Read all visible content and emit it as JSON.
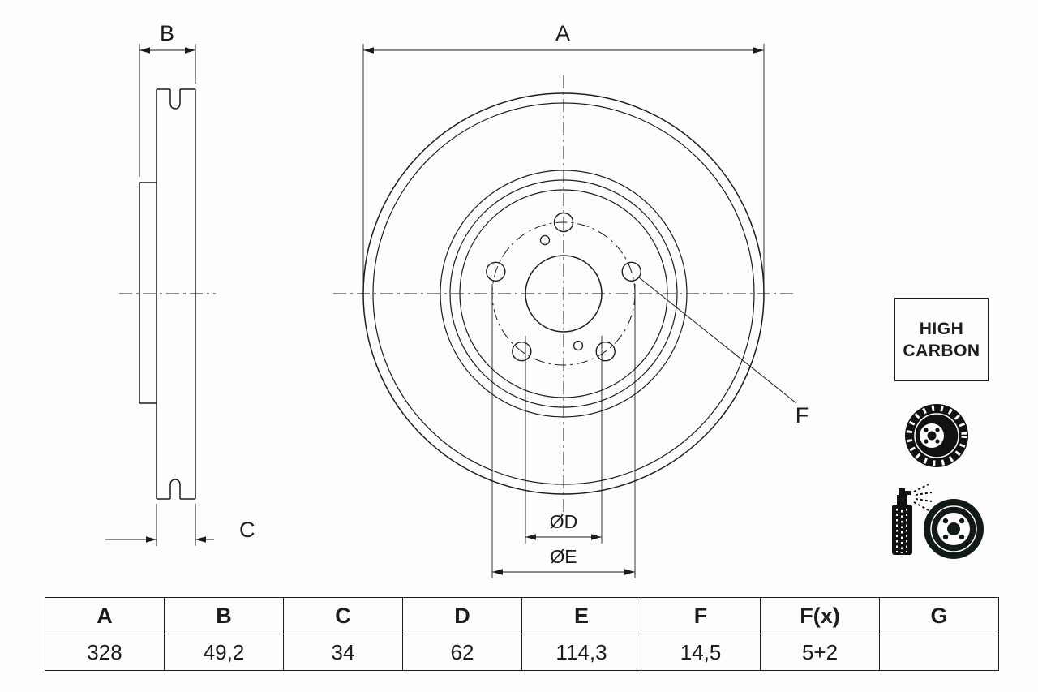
{
  "drawing": {
    "labels": {
      "a": "A",
      "b": "B",
      "c": "C",
      "f": "F",
      "d_dia": "ØD",
      "e_dia": "ØE"
    },
    "badge": {
      "line1": "HIGH",
      "line2": "CARBON"
    },
    "icons": [
      "brake-disc-icon",
      "coating-spray-icon"
    ],
    "line_color": "#1c1c1c"
  },
  "table": {
    "headers": [
      "A",
      "B",
      "C",
      "D",
      "E",
      "F",
      "F(x)",
      "G"
    ],
    "values": [
      "328",
      "49,2",
      "34",
      "62",
      "114,3",
      "14,5",
      "5+2",
      ""
    ]
  }
}
